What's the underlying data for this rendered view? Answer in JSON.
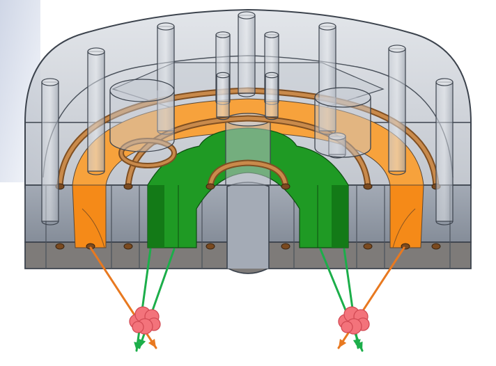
{
  "figure": {
    "kind": "cutaway-3d-render",
    "background_color": "#ffffff",
    "corner_tint_color": "#dfe4ef"
  },
  "colors": {
    "housing_glass": "#bcc2cc",
    "housing_edge": "#3c434d",
    "housing_lower": "#8e96a3",
    "base_plate": "#7e7b79",
    "orange_channel": "#f7a23c",
    "orange_channel_dark": "#f58a18",
    "green_channel": "#1f9a24",
    "green_channel_dark": "#137a17",
    "copper_tube": "#b87a3f",
    "copper_tube_dark": "#7f4f22",
    "orange_arrow": "#e87920",
    "green_arrow": "#1cae4a",
    "flame": "#f3737b",
    "flame_edge": "#d24a54"
  },
  "components": {
    "pins": "vertical-pin-array",
    "chamber": "inner-manifold-chamber",
    "channels": [
      "orange-channel",
      "green-channel"
    ],
    "tubes": "copper-coil-tubes",
    "jets": [
      "left-jet-group",
      "right-jet-group"
    ],
    "flames": [
      "left-flame",
      "right-flame"
    ]
  }
}
